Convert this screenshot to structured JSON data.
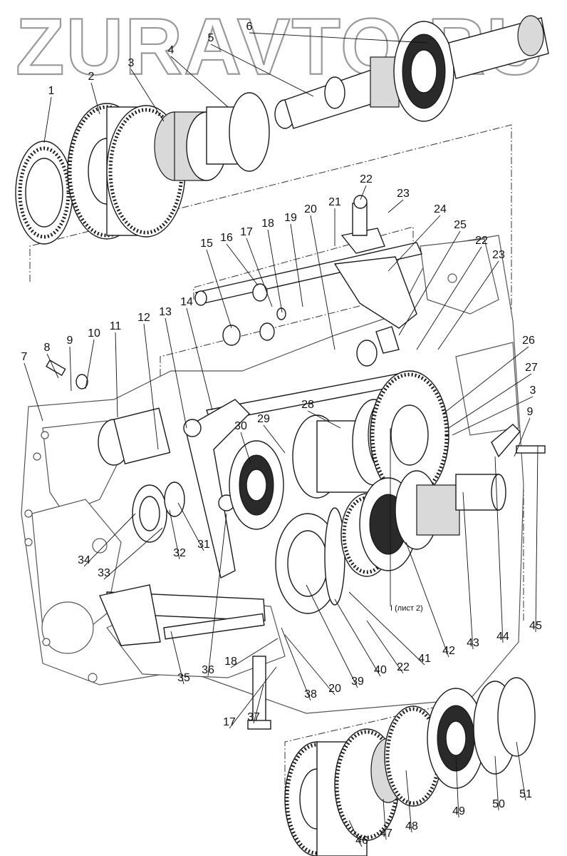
{
  "watermark": "ZURAVTO.RU",
  "note": "I (лист 2)",
  "callouts": [
    {
      "label": "1"
    },
    {
      "label": "2"
    },
    {
      "label": "3"
    },
    {
      "label": "4"
    },
    {
      "label": "5"
    },
    {
      "label": "6"
    },
    {
      "label": "7"
    },
    {
      "label": "8"
    },
    {
      "label": "9"
    },
    {
      "label": "10"
    },
    {
      "label": "11"
    },
    {
      "label": "12"
    },
    {
      "label": "13"
    },
    {
      "label": "14"
    },
    {
      "label": "15"
    },
    {
      "label": "16"
    },
    {
      "label": "17"
    },
    {
      "label": "18"
    },
    {
      "label": "19"
    },
    {
      "label": "20"
    },
    {
      "label": "21"
    },
    {
      "label": "22"
    },
    {
      "label": "23"
    },
    {
      "label": "24"
    },
    {
      "label": "25"
    },
    {
      "label": "22"
    },
    {
      "label": "23"
    },
    {
      "label": "26"
    },
    {
      "label": "27"
    },
    {
      "label": "3"
    },
    {
      "label": "28"
    },
    {
      "label": "29"
    },
    {
      "label": "30"
    },
    {
      "label": "9"
    },
    {
      "label": "45"
    },
    {
      "label": "44"
    },
    {
      "label": "43"
    },
    {
      "label": "42"
    },
    {
      "label": "41"
    },
    {
      "label": "22"
    },
    {
      "label": "40"
    },
    {
      "label": "39"
    },
    {
      "label": "20"
    },
    {
      "label": "38"
    },
    {
      "label": "36"
    },
    {
      "label": "35"
    },
    {
      "label": "18"
    },
    {
      "label": "17"
    },
    {
      "label": "37"
    },
    {
      "label": "34"
    },
    {
      "label": "33"
    },
    {
      "label": "32"
    },
    {
      "label": "31"
    },
    {
      "label": "46"
    },
    {
      "label": "47"
    },
    {
      "label": "48"
    },
    {
      "label": "49"
    },
    {
      "label": "50"
    },
    {
      "label": "51"
    }
  ]
}
